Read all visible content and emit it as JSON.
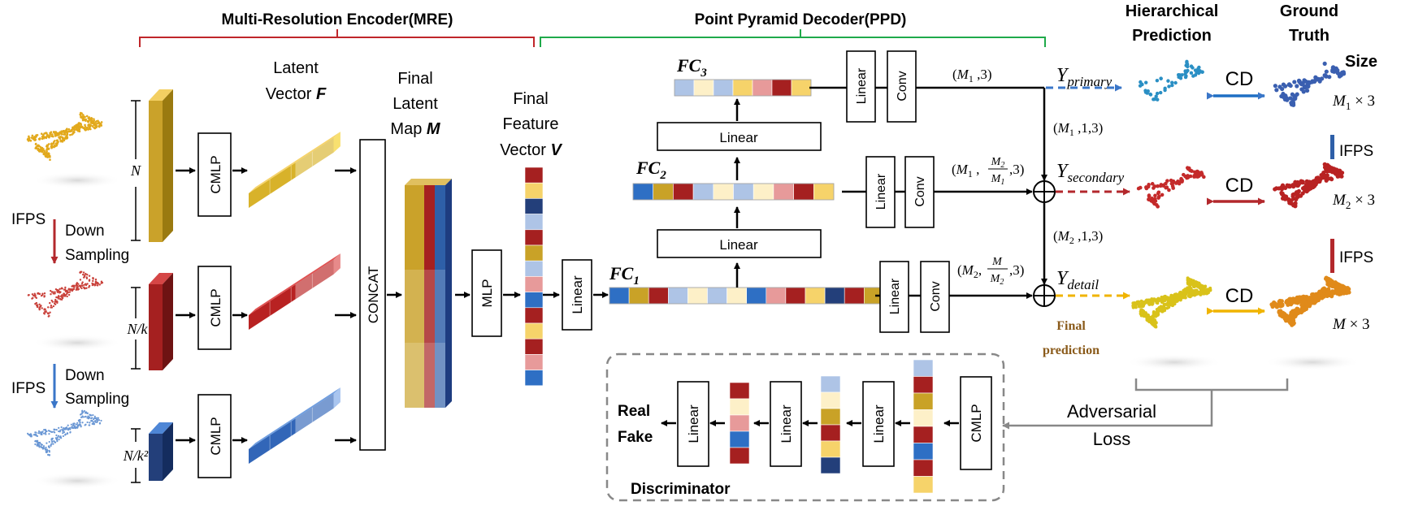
{
  "encoder": {
    "title": "Multi-Resolution Encoder(MRE)",
    "color": "#c0262a"
  },
  "decoder": {
    "title": "Point Pyramid Decoder(PPD)",
    "color": "#1faa4a"
  },
  "labels": {
    "latent_vector": [
      "Latent",
      "Vector F"
    ],
    "final_latent_map": [
      "Final",
      "Latent",
      "Map M"
    ],
    "final_feature_vector": [
      "Final",
      "Feature",
      "Vector V"
    ],
    "hierarchical_prediction": [
      "Hierarchical",
      "Prediction"
    ],
    "ground_truth": [
      "Ground",
      "Truth"
    ],
    "size": "Size",
    "final_prediction": [
      "Final",
      "prediction"
    ],
    "adversarial_loss": [
      "Adversarial",
      "Loss"
    ],
    "discriminator": "Discriminator",
    "real": "Real",
    "fake": "Fake"
  },
  "sampling": {
    "ifps": "IFPS",
    "down": "Down",
    "sampling": "Sampling",
    "n": "N",
    "n_k": "N/k",
    "n_k2": "N/k²"
  },
  "blocks": {
    "cmlp": "CMLP",
    "concat": "CONCAT",
    "mlp": "MLP",
    "linear": "Linear",
    "conv": "Conv"
  },
  "fc": {
    "fc3": "FC3",
    "fc2": "FC2",
    "fc1": "FC1"
  },
  "outputs": {
    "y_primary": "Y_primary",
    "y_secondary": "Y_secondary",
    "y_detail": "Y_detail",
    "shape_primary": "(M1 ,3)",
    "shape_secondary": "(M1 , M2/M1, 3)",
    "shape_detail": "(M2, M/M2, 3)",
    "reshape_1": "(M1 ,1,3)",
    "reshape_2": "(M2 ,1,3)"
  },
  "gt": {
    "cd": "CD",
    "size_1": "M1 × 3",
    "size_2": "M2 × 3",
    "size_3": "M × 3",
    "ifps": "IFPS"
  },
  "palette": {
    "gold": "#c9a227",
    "yellow": "#f6d36a",
    "red": "#a52020",
    "blue": "#2e6fc4",
    "navy": "#233f7a",
    "lightblue": "#aec4e6",
    "pink": "#e79a9a",
    "cream": "#fdf0c8"
  }
}
